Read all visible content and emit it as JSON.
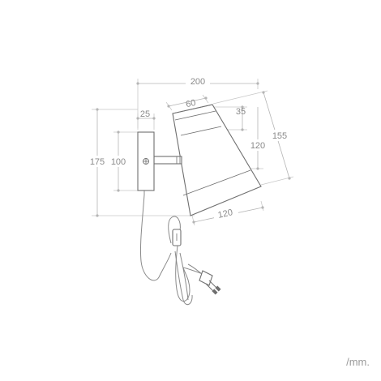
{
  "dimensions": {
    "overall_width": "200",
    "shade_top": "60",
    "shade_offset": "35",
    "shade_height": "120",
    "shade_slant": "155",
    "shade_bottom": "120",
    "plate_depth": "25",
    "plate_height": "100",
    "overall_height": "175"
  },
  "unit_label": "/mm.",
  "colors": {
    "line": "#6f6f6f",
    "dimension": "#b5b5b5",
    "text": "#8a8a8a"
  }
}
